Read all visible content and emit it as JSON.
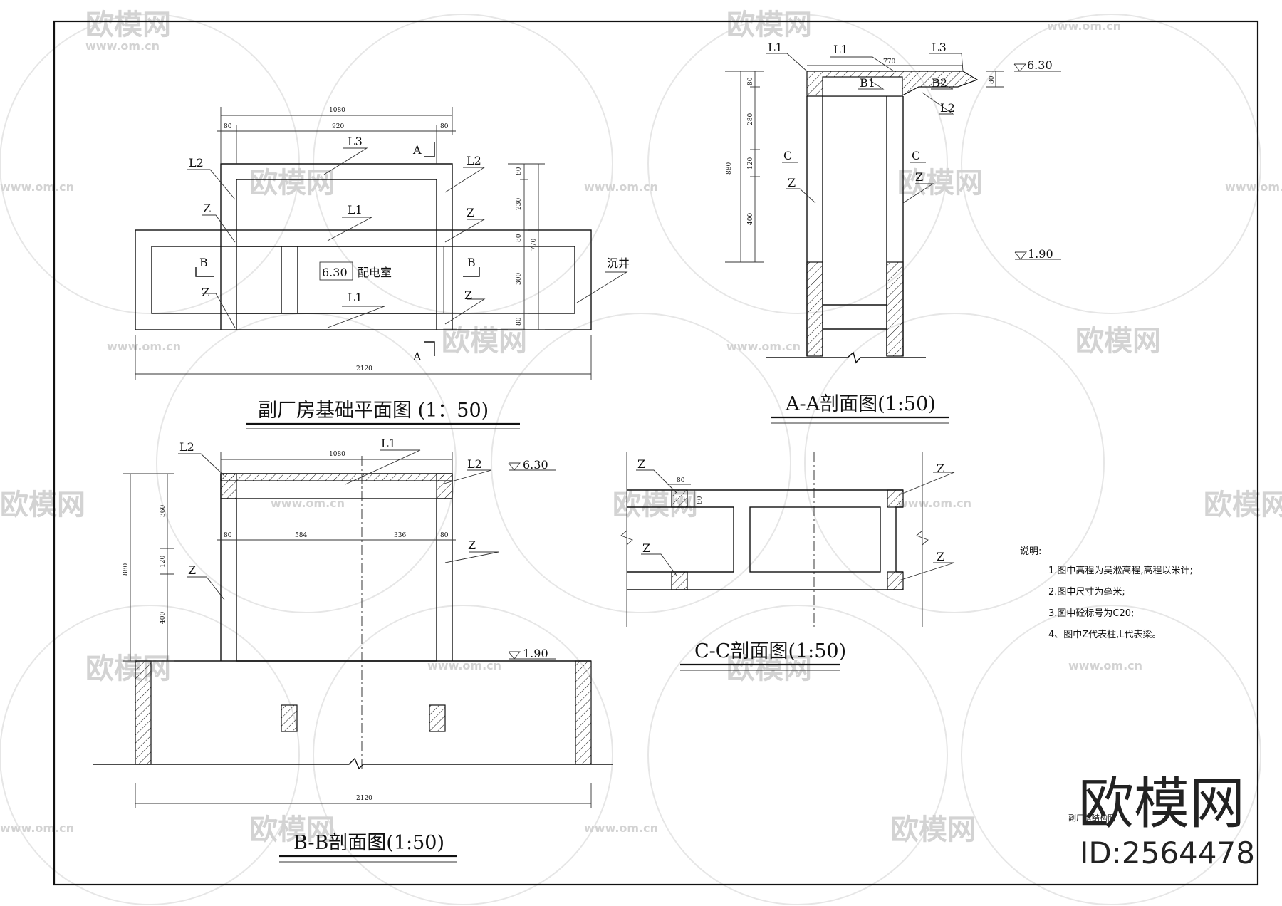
{
  "watermark": {
    "brand": "欧模网",
    "site": "www.om.cn"
  },
  "brand_block": {
    "logo_text": "欧模网",
    "id_text": "ID:2564478",
    "drawing_name": "副厂房结构图"
  },
  "plan": {
    "title": "副厂房基础平面图 (1：50)",
    "room_label": "配电室",
    "room_elev": "6.30",
    "dims": {
      "total_top": "1080",
      "left": "80",
      "mid": "920",
      "right": "80",
      "total_bottom": "2120",
      "v1": "80",
      "v2": "230",
      "v3": "80",
      "v4": "300",
      "v5": "80",
      "v_total": "770"
    },
    "labels": {
      "l2_left": "L2",
      "l2_right": "L2",
      "l3": "L3",
      "l1_top": "L1",
      "l1_bottom": "L1",
      "z_tl": "Z",
      "z_tr": "Z",
      "z_bl": "Z",
      "z_br": "Z",
      "a_top": "A",
      "a_bottom": "A",
      "b_left": "B",
      "b_right": "B",
      "sump": "沉井"
    }
  },
  "section_aa": {
    "title": "A-A剖面图(1:50)",
    "labels": {
      "l1_a": "L1",
      "l1_b": "L1",
      "l3": "L3",
      "b1": "B1",
      "b2": "B2",
      "l2": "L2",
      "c_left": "C",
      "c_right": "C",
      "z_left": "Z",
      "z_right": "Z"
    },
    "dims": {
      "top": "770",
      "v1": "80",
      "v2": "280",
      "v3": "120",
      "v4": "400",
      "v_total": "880",
      "slab": "80"
    },
    "elev_top": "6.30",
    "elev_bottom": "1.90"
  },
  "section_bb": {
    "title": "B-B剖面图(1:50)",
    "labels": {
      "l2_left": "L2",
      "l2_right": "L2",
      "l1": "L1",
      "z_left": "Z",
      "z_right": "Z"
    },
    "dims": {
      "top": "1080",
      "a": "80",
      "b": "584",
      "c": "336",
      "d": "80",
      "bottom": "2120",
      "v1": "360",
      "v2": "120",
      "v3": "400",
      "v_total": "880"
    },
    "elev_top": "6.30",
    "elev_bottom": "1.90"
  },
  "section_cc": {
    "title": "C-C剖面图(1:50)",
    "labels": {
      "z_tl": "Z",
      "z_tr": "Z",
      "z_bl": "Z",
      "z_br": "Z"
    },
    "dims": {
      "w": "80",
      "h": "80"
    }
  },
  "notes": {
    "heading": "说明:",
    "items": [
      "1.图中高程为吴淞高程,高程以米计;",
      "2.图中尺寸为毫米;",
      "3.图中砼标号为C20;",
      "4、图中Z代表柱,L代表梁。"
    ]
  }
}
